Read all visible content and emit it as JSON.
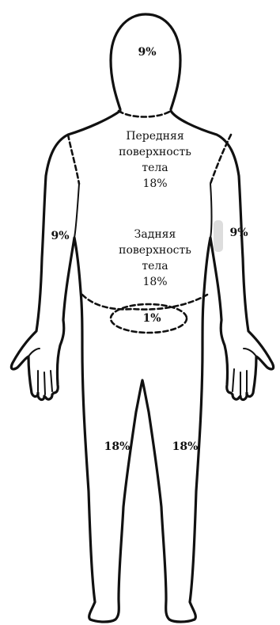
{
  "head": {
    "percent": "9%"
  },
  "torso_front": {
    "line1": "Передняя",
    "line2": "поверхность",
    "line3": "тела",
    "percent": "18%"
  },
  "torso_back": {
    "line1": "Задняя",
    "line2": "поверхность",
    "line3": "тела",
    "percent": "18%"
  },
  "left_arm": {
    "percent": "9%"
  },
  "right_arm": {
    "percent": "9%"
  },
  "perineum": {
    "percent": "1%"
  },
  "left_leg": {
    "percent": "18%"
  },
  "right_leg": {
    "percent": "18%"
  }
}
